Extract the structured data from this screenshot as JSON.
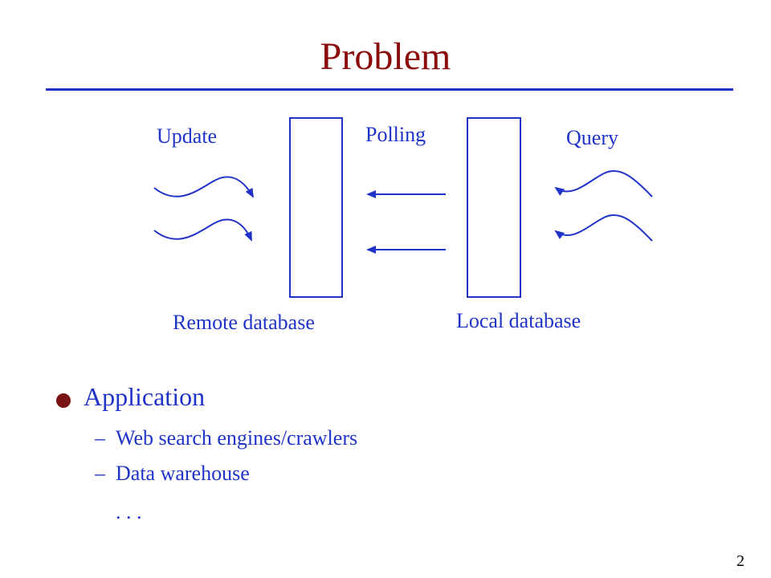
{
  "title": "Problem",
  "colors": {
    "title": "#8b0a0a",
    "accent": "#1f33c9",
    "bullet": "#7a1414"
  },
  "diagram": {
    "labels": {
      "update": "Update",
      "polling": "Polling",
      "query": "Query",
      "remote": "Remote database",
      "local": "Local database"
    },
    "icons": [
      "wave-arrow-icon",
      "left-arrow-icon"
    ]
  },
  "bullets": {
    "main": "Application",
    "items": [
      {
        "dash": "–",
        "text": "Web search engines/crawlers"
      },
      {
        "dash": "–",
        "text": "Data warehouse"
      }
    ],
    "ellipsis": ". . ."
  },
  "page_number": "2"
}
